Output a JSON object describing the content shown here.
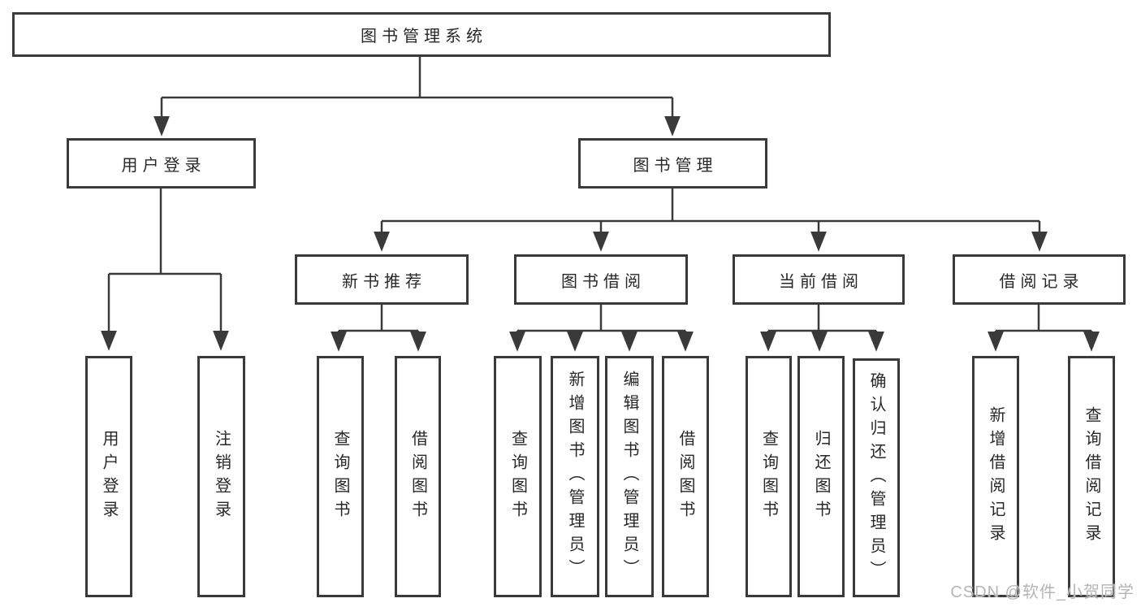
{
  "tree": {
    "root": {
      "label": "图书管理系统",
      "children": [
        {
          "label": "用户登录",
          "children": [
            {
              "label": "用户登录"
            },
            {
              "label": "注销登录"
            }
          ]
        },
        {
          "label": "图书管理",
          "children": [
            {
              "label": "新书推荐",
              "children": [
                {
                  "label": "查询图书"
                },
                {
                  "label": "借阅图书"
                }
              ]
            },
            {
              "label": "图书借阅",
              "children": [
                {
                  "label": "查询图书"
                },
                {
                  "label": "新增图书（管理员）"
                },
                {
                  "label": "编辑图书（管理员）"
                },
                {
                  "label": "借阅图书"
                }
              ]
            },
            {
              "label": "当前借阅",
              "children": [
                {
                  "label": "查询图书"
                },
                {
                  "label": "归还图书"
                },
                {
                  "label": "确认归还（管理员）"
                }
              ]
            },
            {
              "label": "借阅记录",
              "children": [
                {
                  "label": "新增借阅记录"
                },
                {
                  "label": "查询借阅记录"
                }
              ]
            }
          ]
        }
      ]
    }
  },
  "watermark": {
    "text": "CSDN @软件_小贺同学"
  },
  "colors": {
    "line": "#3a3a3a",
    "box_border": "#3a3a3a",
    "text": "#282828",
    "background": "#ffffff",
    "watermark": "#b5b5b5"
  }
}
